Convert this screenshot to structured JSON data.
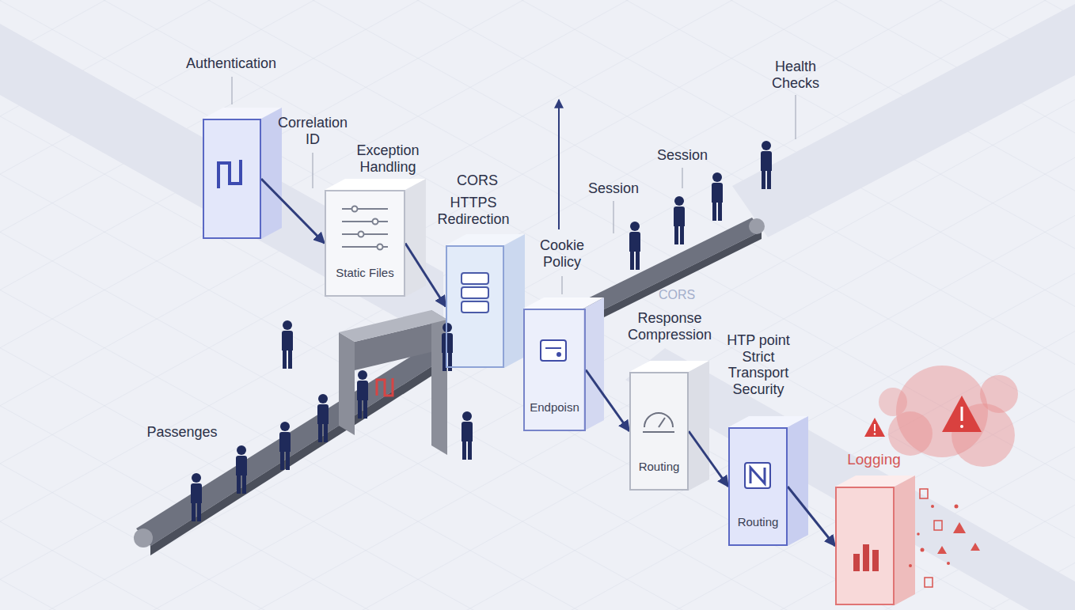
{
  "diagram": {
    "nodes": [
      {
        "text": [
          "Authentication"
        ]
      },
      {
        "text": [
          "Exception Handling",
          "Static Files"
        ]
      },
      {
        "text": [
          "CORS",
          "HTTPS Redirection"
        ]
      },
      {
        "text": [
          "Cookie Policy",
          "Endpoisn"
        ]
      },
      {
        "text": [
          "Response Compression",
          "Routing"
        ]
      },
      {
        "text": [
          "HTP point Strict Transport Security",
          "Routing"
        ]
      },
      {
        "text": [
          "Logging"
        ]
      }
    ],
    "edges": [
      {
        "from": 0,
        "to": 1,
        "arrow": "to"
      },
      {
        "from": 1,
        "to": 2,
        "arrow": "to"
      },
      {
        "from": 3,
        "to": 4,
        "arrow": "to"
      },
      {
        "from": 4,
        "to": 5,
        "arrow": "to"
      },
      {
        "from": 5,
        "to": 6,
        "arrow": "to"
      }
    ],
    "labels": [
      "Correlation ID",
      "Session",
      "Session",
      "Health Checks",
      "Passenges",
      "CORS"
    ]
  }
}
